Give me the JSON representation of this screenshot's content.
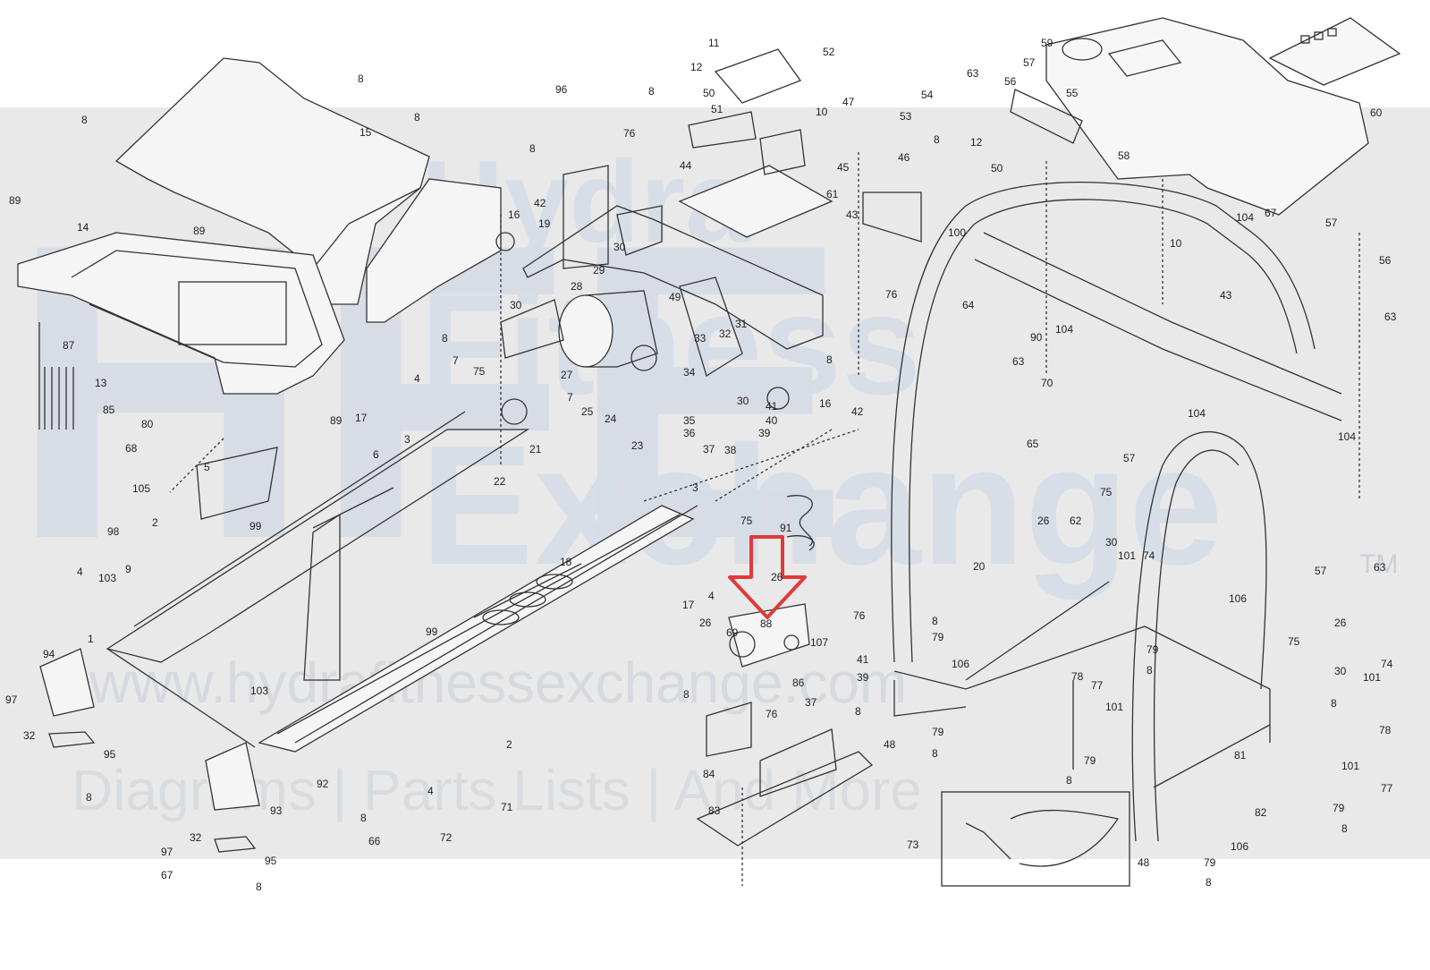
{
  "watermark": {
    "logo_letters": "HFE",
    "brand_line_1": "Hydra",
    "brand_line_2": "Fitness",
    "brand_line_3": "Exchange",
    "trademark": "TM",
    "url": "www.hydrafitnessexchange.com",
    "tagline": "Diagrams | Parts Lists | And More"
  },
  "colors": {
    "line": "#333333",
    "watermark_band": "#e9e9e9",
    "highlight_arrow": "#e03a3a"
  },
  "highlight": {
    "shape": "down-arrow",
    "points_to_part": "88"
  },
  "callouts": [
    {
      "id": "c1",
      "text": "8"
    },
    {
      "id": "c2",
      "text": "8"
    },
    {
      "id": "c3",
      "text": "8"
    },
    {
      "id": "c4",
      "text": "8"
    },
    {
      "id": "c5",
      "text": "15"
    },
    {
      "id": "c6",
      "text": "89"
    },
    {
      "id": "c7",
      "text": "14"
    },
    {
      "id": "c8",
      "text": "89"
    },
    {
      "id": "c9",
      "text": "87"
    },
    {
      "id": "c10",
      "text": "13"
    },
    {
      "id": "c11",
      "text": "85"
    },
    {
      "id": "c12",
      "text": "89"
    },
    {
      "id": "c13",
      "text": "8"
    },
    {
      "id": "c14",
      "text": "4"
    },
    {
      "id": "c15",
      "text": "17"
    },
    {
      "id": "c16",
      "text": "3"
    },
    {
      "id": "c17",
      "text": "80"
    },
    {
      "id": "c18",
      "text": "68"
    },
    {
      "id": "c19",
      "text": "105"
    },
    {
      "id": "c20",
      "text": "5"
    },
    {
      "id": "c21",
      "text": "6"
    },
    {
      "id": "c22",
      "text": "2"
    },
    {
      "id": "c23",
      "text": "98"
    },
    {
      "id": "c24",
      "text": "99"
    },
    {
      "id": "c25",
      "text": "4"
    },
    {
      "id": "c26",
      "text": "103"
    },
    {
      "id": "c27",
      "text": "9"
    },
    {
      "id": "c28",
      "text": "1"
    },
    {
      "id": "c29",
      "text": "94"
    },
    {
      "id": "c30",
      "text": "97"
    },
    {
      "id": "c31",
      "text": "32"
    },
    {
      "id": "c32",
      "text": "95"
    },
    {
      "id": "c33",
      "text": "8"
    },
    {
      "id": "c34",
      "text": "103"
    },
    {
      "id": "c35",
      "text": "99"
    },
    {
      "id": "c36",
      "text": "2"
    },
    {
      "id": "c37",
      "text": "92"
    },
    {
      "id": "c38",
      "text": "4"
    },
    {
      "id": "c39",
      "text": "93"
    },
    {
      "id": "c40",
      "text": "97"
    },
    {
      "id": "c41",
      "text": "32"
    },
    {
      "id": "c42",
      "text": "95"
    },
    {
      "id": "c43",
      "text": "8"
    },
    {
      "id": "c44",
      "text": "67"
    },
    {
      "id": "c45",
      "text": "8"
    },
    {
      "id": "c46",
      "text": "66"
    },
    {
      "id": "c47",
      "text": "71"
    },
    {
      "id": "c48",
      "text": "72"
    },
    {
      "id": "c49",
      "text": "96"
    },
    {
      "id": "c50",
      "text": "76"
    },
    {
      "id": "c51",
      "text": "42"
    },
    {
      "id": "c52",
      "text": "16"
    },
    {
      "id": "c53",
      "text": "19"
    },
    {
      "id": "c54",
      "text": "30"
    },
    {
      "id": "c55",
      "text": "30"
    },
    {
      "id": "c56",
      "text": "29"
    },
    {
      "id": "c57",
      "text": "28"
    },
    {
      "id": "c58",
      "text": "49"
    },
    {
      "id": "c59",
      "text": "7"
    },
    {
      "id": "c60",
      "text": "75"
    },
    {
      "id": "c61",
      "text": "27"
    },
    {
      "id": "c62",
      "text": "7"
    },
    {
      "id": "c63",
      "text": "25"
    },
    {
      "id": "c64",
      "text": "24"
    },
    {
      "id": "c65",
      "text": "23"
    },
    {
      "id": "c66",
      "text": "21"
    },
    {
      "id": "c67",
      "text": "22"
    },
    {
      "id": "c68",
      "text": "3"
    },
    {
      "id": "c69",
      "text": "18"
    },
    {
      "id": "c70",
      "text": "17"
    },
    {
      "id": "c71",
      "text": "11"
    },
    {
      "id": "c72",
      "text": "52"
    },
    {
      "id": "c73",
      "text": "12"
    },
    {
      "id": "c74",
      "text": "8"
    },
    {
      "id": "c75",
      "text": "50"
    },
    {
      "id": "c76",
      "text": "51"
    },
    {
      "id": "c77",
      "text": "44"
    },
    {
      "id": "c78",
      "text": "10"
    },
    {
      "id": "c79",
      "text": "47"
    },
    {
      "id": "c80",
      "text": "54"
    },
    {
      "id": "c81",
      "text": "53"
    },
    {
      "id": "c82",
      "text": "45"
    },
    {
      "id": "c83",
      "text": "46"
    },
    {
      "id": "c84",
      "text": "61"
    },
    {
      "id": "c85",
      "text": "43"
    },
    {
      "id": "c86",
      "text": "100"
    },
    {
      "id": "c87",
      "text": "76"
    },
    {
      "id": "c88",
      "text": "31"
    },
    {
      "id": "c89",
      "text": "32"
    },
    {
      "id": "c90",
      "text": "33"
    },
    {
      "id": "c91",
      "text": "34"
    },
    {
      "id": "c92",
      "text": "30"
    },
    {
      "id": "c93",
      "text": "41"
    },
    {
      "id": "c94",
      "text": "40"
    },
    {
      "id": "c95",
      "text": "35"
    },
    {
      "id": "c96",
      "text": "36"
    },
    {
      "id": "c97",
      "text": "39"
    },
    {
      "id": "c98",
      "text": "37"
    },
    {
      "id": "c99",
      "text": "38"
    },
    {
      "id": "c100",
      "text": "16"
    },
    {
      "id": "c101",
      "text": "8"
    },
    {
      "id": "c102",
      "text": "42"
    },
    {
      "id": "c103",
      "text": "91"
    },
    {
      "id": "c104",
      "text": "75"
    },
    {
      "id": "c105",
      "text": "26"
    },
    {
      "id": "c106",
      "text": "4"
    },
    {
      "id": "c107",
      "text": "88"
    },
    {
      "id": "c108",
      "text": "76"
    },
    {
      "id": "c109",
      "text": "26"
    },
    {
      "id": "c110",
      "text": "69"
    },
    {
      "id": "c111",
      "text": "107"
    },
    {
      "id": "c112",
      "text": "41"
    },
    {
      "id": "c113",
      "text": "86"
    },
    {
      "id": "c114",
      "text": "39"
    },
    {
      "id": "c115",
      "text": "37"
    },
    {
      "id": "c116",
      "text": "8"
    },
    {
      "id": "c117",
      "text": "76"
    },
    {
      "id": "c118",
      "text": "84"
    },
    {
      "id": "c119",
      "text": "83"
    },
    {
      "id": "c120",
      "text": "8"
    },
    {
      "id": "c121",
      "text": "48"
    },
    {
      "id": "c122",
      "text": "59"
    },
    {
      "id": "c123",
      "text": "63"
    },
    {
      "id": "c124",
      "text": "57"
    },
    {
      "id": "c125",
      "text": "56"
    },
    {
      "id": "c126",
      "text": "55"
    },
    {
      "id": "c127",
      "text": "58"
    },
    {
      "id": "c128",
      "text": "60"
    },
    {
      "id": "c129",
      "text": "8"
    },
    {
      "id": "c130",
      "text": "12"
    },
    {
      "id": "c131",
      "text": "50"
    },
    {
      "id": "c132",
      "text": "104"
    },
    {
      "id": "c133",
      "text": "67"
    },
    {
      "id": "c134",
      "text": "57"
    },
    {
      "id": "c135",
      "text": "56"
    },
    {
      "id": "c136",
      "text": "63"
    },
    {
      "id": "c137",
      "text": "10"
    },
    {
      "id": "c138",
      "text": "43"
    },
    {
      "id": "c139",
      "text": "64"
    },
    {
      "id": "c140",
      "text": "104"
    },
    {
      "id": "c141",
      "text": "90"
    },
    {
      "id": "c142",
      "text": "63"
    },
    {
      "id": "c143",
      "text": "70"
    },
    {
      "id": "c144",
      "text": "104"
    },
    {
      "id": "c145",
      "text": "104"
    },
    {
      "id": "c146",
      "text": "65"
    },
    {
      "id": "c147",
      "text": "57"
    },
    {
      "id": "c148",
      "text": "62"
    },
    {
      "id": "c149",
      "text": "75"
    },
    {
      "id": "c150",
      "text": "26"
    },
    {
      "id": "c151",
      "text": "30"
    },
    {
      "id": "c152",
      "text": "101"
    },
    {
      "id": "c153",
      "text": "74"
    },
    {
      "id": "c154",
      "text": "57"
    },
    {
      "id": "c155",
      "text": "63"
    },
    {
      "id": "c156",
      "text": "20"
    },
    {
      "id": "c157",
      "text": "106"
    },
    {
      "id": "c158",
      "text": "26"
    },
    {
      "id": "c159",
      "text": "8"
    },
    {
      "id": "c160",
      "text": "79"
    },
    {
      "id": "c161",
      "text": "106"
    },
    {
      "id": "c162",
      "text": "78"
    },
    {
      "id": "c163",
      "text": "77"
    },
    {
      "id": "c164",
      "text": "79"
    },
    {
      "id": "c165",
      "text": "8"
    },
    {
      "id": "c166",
      "text": "101"
    },
    {
      "id": "c167",
      "text": "75"
    },
    {
      "id": "c168",
      "text": "74"
    },
    {
      "id": "c169",
      "text": "30"
    },
    {
      "id": "c170",
      "text": "101"
    },
    {
      "id": "c171",
      "text": "8"
    },
    {
      "id": "c172",
      "text": "79"
    },
    {
      "id": "c173",
      "text": "8"
    },
    {
      "id": "c174",
      "text": "79"
    },
    {
      "id": "c175",
      "text": "8"
    },
    {
      "id": "c176",
      "text": "81"
    },
    {
      "id": "c177",
      "text": "78"
    },
    {
      "id": "c178",
      "text": "101"
    },
    {
      "id": "c179",
      "text": "77"
    },
    {
      "id": "c180",
      "text": "82"
    },
    {
      "id": "c181",
      "text": "79"
    },
    {
      "id": "c182",
      "text": "8"
    },
    {
      "id": "c183",
      "text": "106"
    },
    {
      "id": "c184",
      "text": "73"
    },
    {
      "id": "c185",
      "text": "48"
    },
    {
      "id": "c186",
      "text": "79"
    },
    {
      "id": "c187",
      "text": "8"
    }
  ]
}
